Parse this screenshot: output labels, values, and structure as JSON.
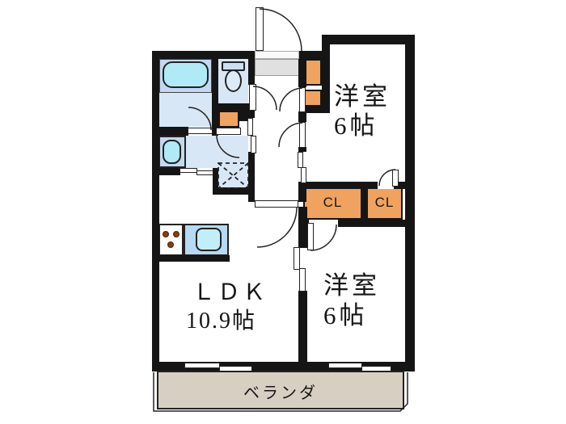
{
  "floorplan": {
    "rooms": {
      "bedroom_top": {
        "name": "洋室",
        "size": "6帖"
      },
      "bedroom_bottom": {
        "name": "洋室",
        "size": "6帖"
      },
      "ldk": {
        "name": "ＬＤＫ",
        "size": "10.9帖"
      },
      "closet_left": {
        "label": "CL"
      },
      "closet_right": {
        "label": "CL"
      },
      "veranda": {
        "label": "ベランダ"
      }
    },
    "fixtures": [
      "bathtub",
      "toilet",
      "washbasin",
      "kitchen-sink",
      "gas-stove",
      "washing-machine-space",
      "entrance-door",
      "storage",
      "linen-closet"
    ],
    "colors": {
      "wall": "#151515",
      "room-blue": "#d8e7f6",
      "panel-blue": "#c3d9f0",
      "fixture-cyan": "#b0eaf6",
      "tank-blue": "#c9dff3",
      "bowl-blue": "#dcebf9",
      "sink-unit-blue": "#b6daf2",
      "sink-cyan": "#c2eef9",
      "storage-orange": "#f0a35e",
      "mat-gray": "#e0e0e0",
      "veranda-beige": "#d8cfc3",
      "burner-dot": "#8e3c0e"
    }
  }
}
